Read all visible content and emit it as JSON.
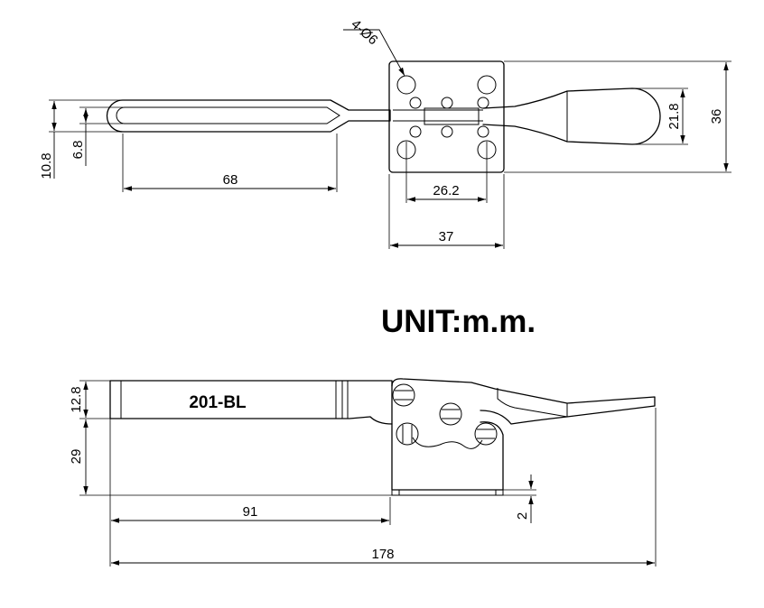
{
  "unit_label": "UNIT:m.m.",
  "part_label": "201-BL",
  "top_view": {
    "hole_callout": "4-Ø6",
    "dims": {
      "handle_length": "68",
      "outer_height": "10.8",
      "inner_height": "6.8",
      "hole_spacing": "26.2",
      "base_width": "37",
      "arm_height": "21.8",
      "base_height": "36"
    }
  },
  "side_view": {
    "dims": {
      "handle_height": "12.8",
      "body_height": "29",
      "base_offset": "91",
      "overall_length": "178",
      "base_thickness": "2"
    }
  }
}
